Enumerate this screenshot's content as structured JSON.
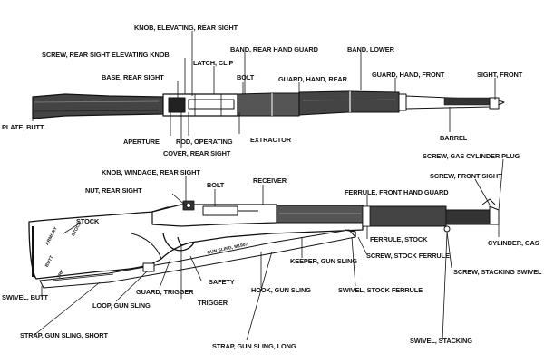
{
  "labels": {
    "knob_elevating_rear_sight": "KNOB, ELEVATING, REAR SIGHT",
    "screw_rear_sight_elevating_knob": "SCREW, REAR SIGHT ELEVATING KNOB",
    "band_rear_hand_guard": "BAND, REAR HAND GUARD",
    "band_lower": "BAND, LOWER",
    "latch_clip": "LATCH, CLIP",
    "base_rear_sight": "BASE, REAR SIGHT",
    "bolt_top": "BOLT",
    "guard_hand_rear": "GUARD, HAND, REAR",
    "guard_hand_front": "GUARD, HAND, FRONT",
    "sight_front": "SIGHT, FRONT",
    "plate_butt": "PLATE, BUTT",
    "aperture": "APERTURE",
    "rod_operating": "ROD, OPERATING",
    "extractor": "EXTRACTOR",
    "barrel": "BARREL",
    "cover_rear_sight": "COVER, REAR SIGHT",
    "screw_gas_cylinder_plug": "SCREW, GAS CYLINDER PLUG",
    "knob_windage_rear_sight": "KNOB, WINDAGE, REAR SIGHT",
    "screw_front_sight": "SCREW, FRONT SIGHT",
    "nut_rear_sight": "NUT, REAR SIGHT",
    "bolt_bottom": "BOLT",
    "receiver": "RECEIVER",
    "ferrule_front_hand_guard": "FERRULE, FRONT HAND GUARD",
    "stock": "STOCK",
    "cylinder_gas": "CYLINDER, GAS",
    "ferrule_stock": "FERRULE, STOCK",
    "keeper_gun_sling": "KEEPER, GUN SLING",
    "screw_stock_ferrule": "SCREW, STOCK FERRULE",
    "screw_stacking_swivel": "SCREW, STACKING SWIVEL",
    "safety": "SAFETY",
    "swivel_butt": "SWIVEL, BUTT",
    "guard_trigger": "GUARD, TRIGGER",
    "hook_gun_sling": "HOOK, GUN SLING",
    "swivel_stock_ferrule": "SWIVEL, STOCK FERRULE",
    "loop_gun_sling": "LOOP, GUN SLING",
    "trigger": "TRIGGER",
    "strap_gun_sling_short": "STRAP, GUN SLING, SHORT",
    "swivel_stacking": "SWIVEL, STACKING",
    "strap_gun_sling_long": "STRAP, GUN SLING, LONG"
  },
  "engraving": {
    "sling_text": "GUN SLING, M1907",
    "stock_text_1": "ARMORY",
    "stock_text_2": "BUTT",
    "stock_text_3": "STOCK",
    "stock_text_4": "TRK"
  }
}
